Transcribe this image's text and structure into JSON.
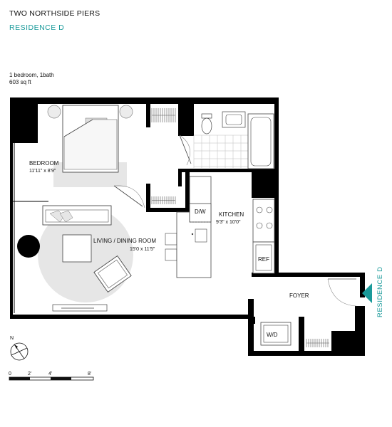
{
  "header": {
    "building": "TWO NORTHSIDE PIERS",
    "residence": "RESIDENCE  D",
    "bed_bath": "1 bedroom, 1bath",
    "area": "603 sq ft"
  },
  "rooms": {
    "bedroom": {
      "name": "BEDROOM",
      "dims": "11'11\" x 8'9\""
    },
    "living": {
      "name": "LIVING / DINING ROOM",
      "dims": "15'0 x 11'5\""
    },
    "kitchen": {
      "name": "KITCHEN",
      "dims": "9'3\" x 10'0\""
    },
    "foyer": {
      "name": "FOYER"
    }
  },
  "fixtures": {
    "dw": "D/W",
    "ref": "REF",
    "wd": "W/D"
  },
  "entry_tag": "RESIDENCE D",
  "compass": {
    "north": "N"
  },
  "scale": {
    "labels": [
      "0",
      "2'",
      "4'",
      "8'"
    ]
  },
  "colors": {
    "accent": "#1a9a9a",
    "wall": "#000000",
    "rug": "#e6e6e6"
  }
}
